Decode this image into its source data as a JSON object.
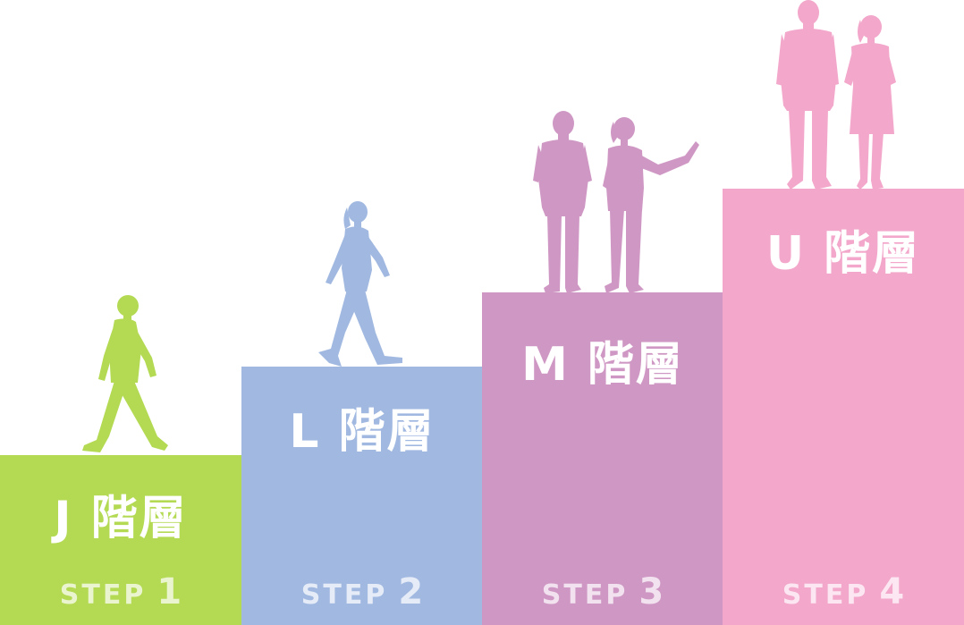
{
  "colors": {
    "step1": "#b3da52",
    "step2": "#a1b9e1",
    "step3": "#cf98c4",
    "step4": "#f2a7cb"
  },
  "steps": [
    {
      "letter": "J",
      "suffix": "階層",
      "step_word": "STEP",
      "step_number": "1",
      "figure": "walking-man-icon"
    },
    {
      "letter": "L",
      "suffix": "階層",
      "step_word": "STEP",
      "step_number": "2",
      "figure": "walking-woman-icon"
    },
    {
      "letter": "M",
      "suffix": "階層",
      "step_word": "STEP",
      "step_number": "3",
      "figure": "businessman-and-pointing-woman-icon"
    },
    {
      "letter": "U",
      "suffix": "階層",
      "step_word": "STEP",
      "step_number": "4",
      "figure": "executive-man-and-woman-icon"
    }
  ]
}
